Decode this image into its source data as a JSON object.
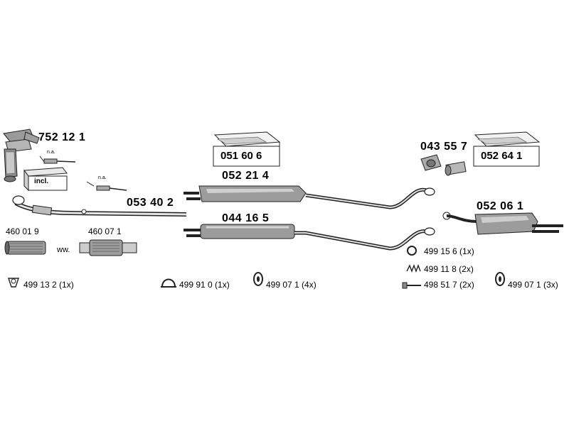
{
  "diagram": {
    "parts": {
      "manifold": "752 12 1",
      "front_pipe": "053 40 2",
      "middle_silencer_upper": "052 21 4",
      "middle_silencer_lower": "044 16 5",
      "rear_silencer": "052 06 1",
      "flange": "043 55 7",
      "kit_box_center": "051 60 6",
      "kit_box_right": "052 64 1",
      "flex_left": "460 01 9",
      "flex_right": "460 07 1"
    },
    "notes": {
      "na_1": "n.a.",
      "na_2": "n.a.",
      "incl": "incl.",
      "ww": "ww."
    },
    "accessories": {
      "clamp_ring": "499 13 2 (1x)",
      "clamp_u": "499 91 0 (1x)",
      "hanger_center": "499 07 1 (4x)",
      "ring_seal": "499 15 6 (1x)",
      "spring": "499 11 8 (2x)",
      "bolt": "498 51 7 (2x)",
      "hanger_right": "499 07 1 (3x)"
    }
  }
}
